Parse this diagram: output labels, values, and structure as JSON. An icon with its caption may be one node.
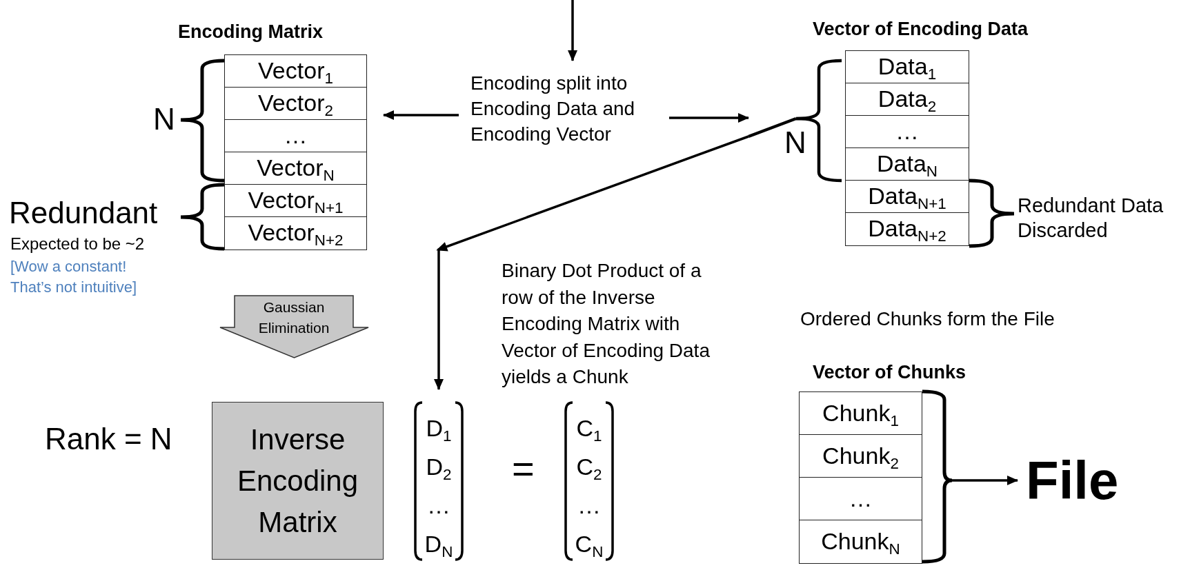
{
  "diagram": {
    "nodes": [
      {
        "text": [
          "Encoding Matrix"
        ]
      },
      {
        "text": [
          "Vector$_{1}$"
        ],
        "in": 0
      },
      {
        "text": [
          "Vector$_{2}$"
        ],
        "in": 0
      },
      {
        "text": [
          "…"
        ],
        "in": 0
      },
      {
        "text": [
          "Vector$_{N}$"
        ],
        "in": 0
      },
      {
        "text": [
          "Vector$_{N+1}$"
        ],
        "in": 0
      },
      {
        "text": [
          "Vector$_{N+2}$"
        ],
        "in": 0
      },
      {
        "text": [
          "Encoding split into Encoding Data and Encoding Vector"
        ]
      },
      {
        "text": [
          "Vector of Encoding Data"
        ]
      },
      {
        "text": [
          "Data$_{1}$"
        ],
        "in": 8
      },
      {
        "text": [
          "Data$_{2}$"
        ],
        "in": 8
      },
      {
        "text": [
          "…"
        ],
        "in": 8
      },
      {
        "text": [
          "Data$_{N}$"
        ],
        "in": 8
      },
      {
        "text": [
          "Data$_{N+1}$"
        ],
        "in": 8
      },
      {
        "text": [
          "Data$_{N+2}$"
        ],
        "in": 8
      },
      {
        "text": [
          "Gaussian Elimination"
        ]
      },
      {
        "text": [
          "Inverse Encoding Matrix"
        ]
      },
      {
        "text": [
          "D$_{1}$",
          "D$_{2}$",
          "…",
          "D$_{N}$"
        ]
      },
      {
        "text": [
          "C$_{1}$",
          "C$_{2}$",
          "…",
          "C$_{N}$"
        ]
      },
      {
        "text": [
          "Vector of Chunks"
        ]
      },
      {
        "text": [
          "Chunk$_{1}$"
        ],
        "in": 19
      },
      {
        "text": [
          "Chunk$_{2}$"
        ],
        "in": 19
      },
      {
        "text": [
          "…"
        ],
        "in": 19
      },
      {
        "text": [
          "Chunk$_{N}$"
        ],
        "in": 19
      },
      {
        "text": [
          "File"
        ]
      }
    ],
    "edges": [
      {
        "from": null,
        "to": 7,
        "arrow": "to"
      },
      {
        "from": 7,
        "to": 0,
        "arrow": "to"
      },
      {
        "from": 7,
        "to": 8,
        "arrow": "to"
      },
      {
        "from": 8,
        "to": 17,
        "arrow": "to"
      },
      {
        "from": 19,
        "to": 24,
        "arrow": "to"
      }
    ],
    "labels": [
      "N",
      "N",
      "Redundant Data Discarded",
      "Redundant",
      "Expected to be ~2",
      "[Wow a constant! That’s not intuitive]",
      "Binary Dot Product of a row of the Inverse Encoding Matrix with Vector of Encoding Data yields a Chunk",
      "Ordered Chunks form the File",
      "Rank = N",
      "="
    ]
  }
}
